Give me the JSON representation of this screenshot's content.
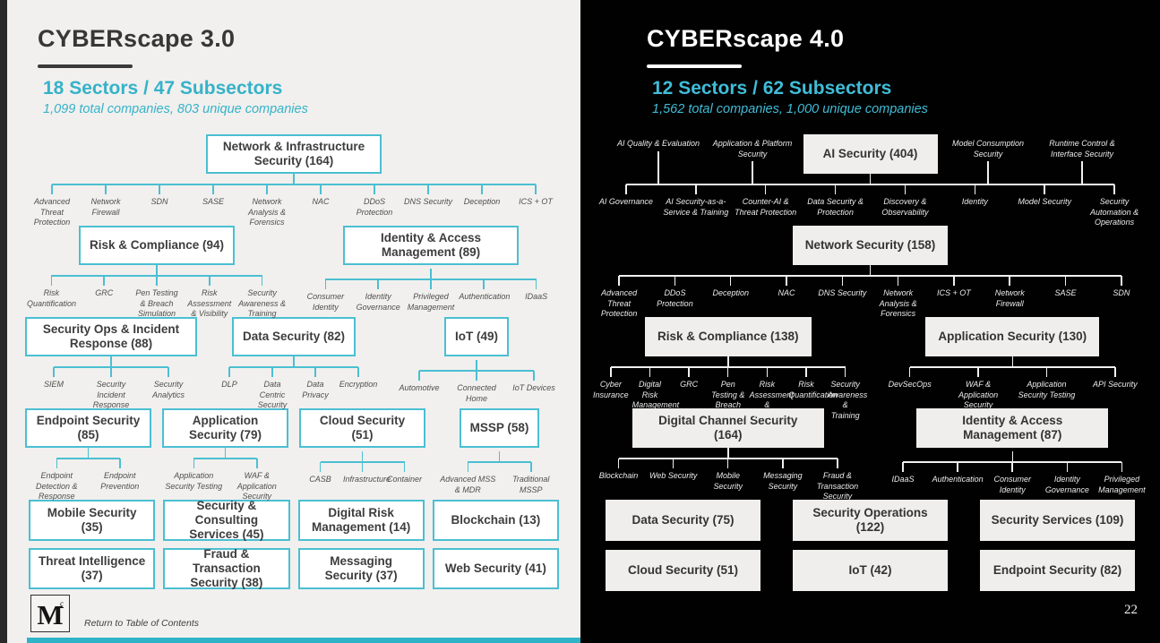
{
  "colors": {
    "accent_cyan_left": "#35b2c9",
    "accent_cyan_right": "#3fbdd8",
    "line_left": "#4bbfd2",
    "line_right": "#f0f0f0",
    "slide_light_bg": "#f1f0ee",
    "slide_dark_bg": "#010101",
    "teal_bar": "#2eb4c6"
  },
  "left": {
    "title": "CYBERscape 3.0",
    "subtitle": "18 Sectors / 47 Subsectors",
    "stats": "1,099 total companies, 803 unique companies",
    "rows": [
      [
        {
          "label": "Network & Infrastructure Security (164)",
          "children": [
            "Advanced Threat Protection",
            "Network Firewall",
            "SDN",
            "SASE",
            "Network Analysis & Forensics",
            "NAC",
            "DDoS Protection",
            "DNS Security",
            "Deception",
            "ICS + OT"
          ]
        }
      ],
      [
        {
          "label": "Risk & Compliance (94)",
          "children": [
            "Risk Quantification",
            "GRC",
            "Pen Testing & Breach Simulation",
            "Risk Assessment & Visibility",
            "Security Awareness & Training"
          ]
        },
        {
          "label": "Identity & Access Management (89)",
          "children": [
            "Consumer Identity",
            "Identity Governance",
            "Privileged Management",
            "Authentication",
            "IDaaS"
          ]
        }
      ],
      [
        {
          "label": "Security Ops & Incident Response (88)",
          "children": [
            "SIEM",
            "Security Incident Response",
            "Security Analytics"
          ]
        },
        {
          "label": "Data Security (82)",
          "children": [
            "DLP",
            "Data Centric Security",
            "Data Privacy",
            "Encryption"
          ]
        },
        {
          "label": "IoT (49)",
          "children": [
            "Automotive",
            "Connected Home",
            "IoT Devices"
          ]
        }
      ],
      [
        {
          "label": "Endpoint Security (85)",
          "children": [
            "Endpoint Detection & Response",
            "Endpoint Prevention"
          ]
        },
        {
          "label": "Application Security (79)",
          "children": [
            "Application Security Testing",
            "WAF & Application Security"
          ]
        },
        {
          "label": "Cloud Security (51)",
          "children": [
            "CASB",
            "Infrastructure",
            "Container"
          ]
        },
        {
          "label": "MSSP (58)",
          "children": [
            "Advanced MSS & MDR",
            "Traditional MSSP"
          ]
        }
      ]
    ],
    "leaf_rows": [
      [
        "Mobile Security (35)",
        "Security & Consulting Services (45)",
        "Digital Risk Management (14)",
        "Blockchain (13)"
      ],
      [
        "Threat Intelligence (37)",
        "Fraud & Transaction Security (38)",
        "Messaging Security (37)",
        "Web Security (41)"
      ]
    ],
    "footer": {
      "logo_letter": "M",
      "logo_mark": "c",
      "return_link": "Return to Table of Contents"
    }
  },
  "right": {
    "title": "CYBERscape 4.0",
    "subtitle": "12 Sectors / 62 Subsectors",
    "stats": "1,562 total companies, 1,000 unique companies",
    "rows": [
      [
        {
          "label": "AI Security (404)",
          "flank_left": [
            "AI Quality & Evaluation",
            "Application & Platform Security"
          ],
          "flank_right": [
            "Model Consumption Security",
            "Runtime Control & Interface Security"
          ],
          "children": [
            "AI Governance",
            "AI Security-as-a-Service & Training",
            "Counter-AI & Threat Protection",
            "Data Security & Protection",
            "Discovery & Observability",
            "Identity",
            "Model Security",
            "Security Automation & Operations"
          ]
        }
      ],
      [
        {
          "label": "Network Security (158)",
          "children": [
            "Advanced Threat Protection",
            "DDoS Protection",
            "Deception",
            "NAC",
            "DNS Security",
            "Network Analysis & Forensics",
            "ICS + OT",
            "Network Firewall",
            "SASE",
            "SDN"
          ]
        }
      ],
      [
        {
          "label": "Risk & Compliance (138)",
          "children": [
            "Cyber Insurance",
            "Digital Risk Management",
            "GRC",
            "Pen Testing & Breach Simulation",
            "Risk Assessment & Visibility",
            "Risk Quantification",
            "Security Awareness & Training"
          ]
        },
        {
          "label": "Application Security (130)",
          "children": [
            "DevSecOps",
            "WAF & Application Security",
            "Application Security Testing",
            "API Security"
          ]
        }
      ],
      [
        {
          "label": "Digital Channel Security (164)",
          "children": [
            "Blockchain",
            "Web Security",
            "Mobile Security",
            "Messaging Security",
            "Fraud & Transaction Security"
          ]
        },
        {
          "label": "Identity & Access Management (87)",
          "children": [
            "IDaaS",
            "Authentication",
            "Consumer Identity",
            "Identity Governance",
            "Privileged Management"
          ]
        }
      ]
    ],
    "leaf_rows": [
      [
        "Data Security (75)",
        "Security Operations (122)",
        "Security Services (109)"
      ],
      [
        "Cloud Security (51)",
        "IoT (42)",
        "Endpoint Security (82)"
      ]
    ],
    "page_number": "22"
  }
}
